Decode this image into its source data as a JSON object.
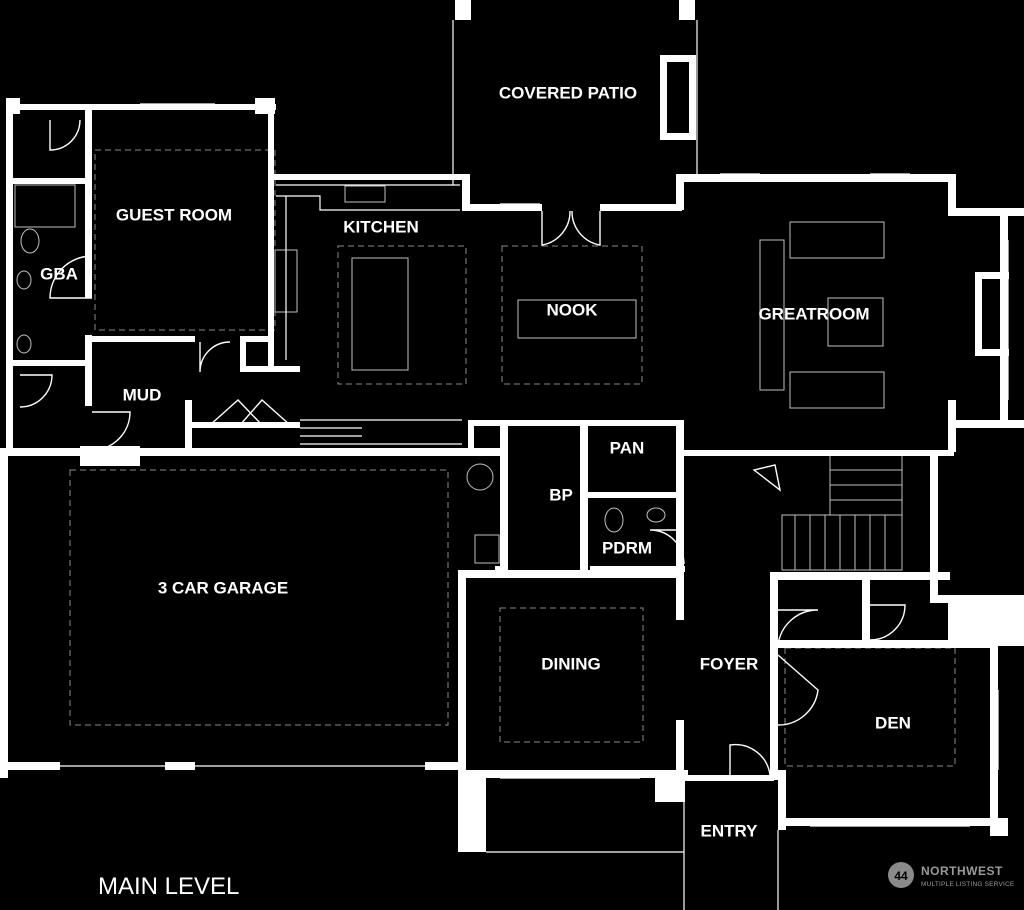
{
  "rooms": {
    "covered_patio": "COVERED PATIO",
    "guest_room": "GUEST ROOM",
    "kitchen": "KITCHEN",
    "gba": "GBA",
    "nook": "NOOK",
    "greatroom": "GREATROOM",
    "mud": "MUD",
    "pan": "PAN",
    "bp": "BP",
    "pdrm": "PDRM",
    "garage": "3 CAR GARAGE",
    "dining": "DINING",
    "foyer": "FOYER",
    "den": "DEN",
    "entry": "ENTRY"
  },
  "level_label": "MAIN LEVEL",
  "logo": {
    "name": "NORTHWEST",
    "subtitle": "MULTIPLE LISTING SERVICE",
    "mark": "44"
  },
  "colors": {
    "background": "#000000",
    "walls": "#ffffff"
  }
}
